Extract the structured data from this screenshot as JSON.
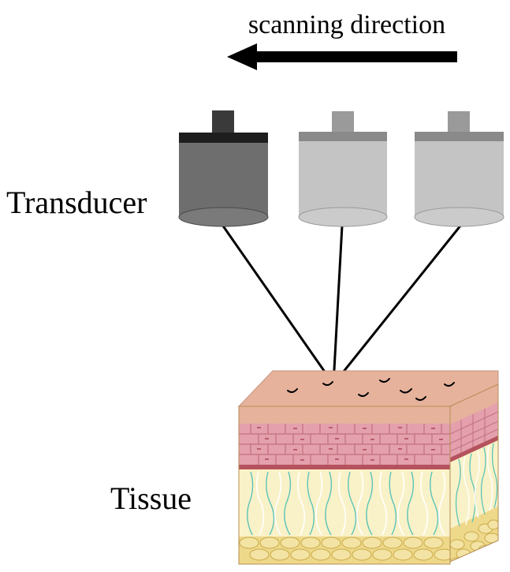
{
  "labels": {
    "direction": "scanning direction",
    "transducer": "Transducer",
    "tissue": "Tissue"
  },
  "colors": {
    "arrow": "#000000",
    "transducer_active_body": "#6e6e6e",
    "transducer_active_top": "#1e1e1e",
    "transducer_active_knob": "#3a3a3a",
    "transducer_inactive_body": "#c4c4c4",
    "transducer_inactive_top": "#8a8a8a",
    "transducer_inactive_knob": "#9a9a9a",
    "beam": "#000000",
    "skin_top": "#e6b29c",
    "epidermis": "#e4a0ad",
    "dermis_line": "#b5525f",
    "fat_layer": "#f9f2c8",
    "fibers_teal": "#5cc3b7",
    "bottom_cells": "#eed88a"
  },
  "icons": [
    "left-arrow-icon",
    "transducer-icon",
    "tissue-block-icon"
  ]
}
